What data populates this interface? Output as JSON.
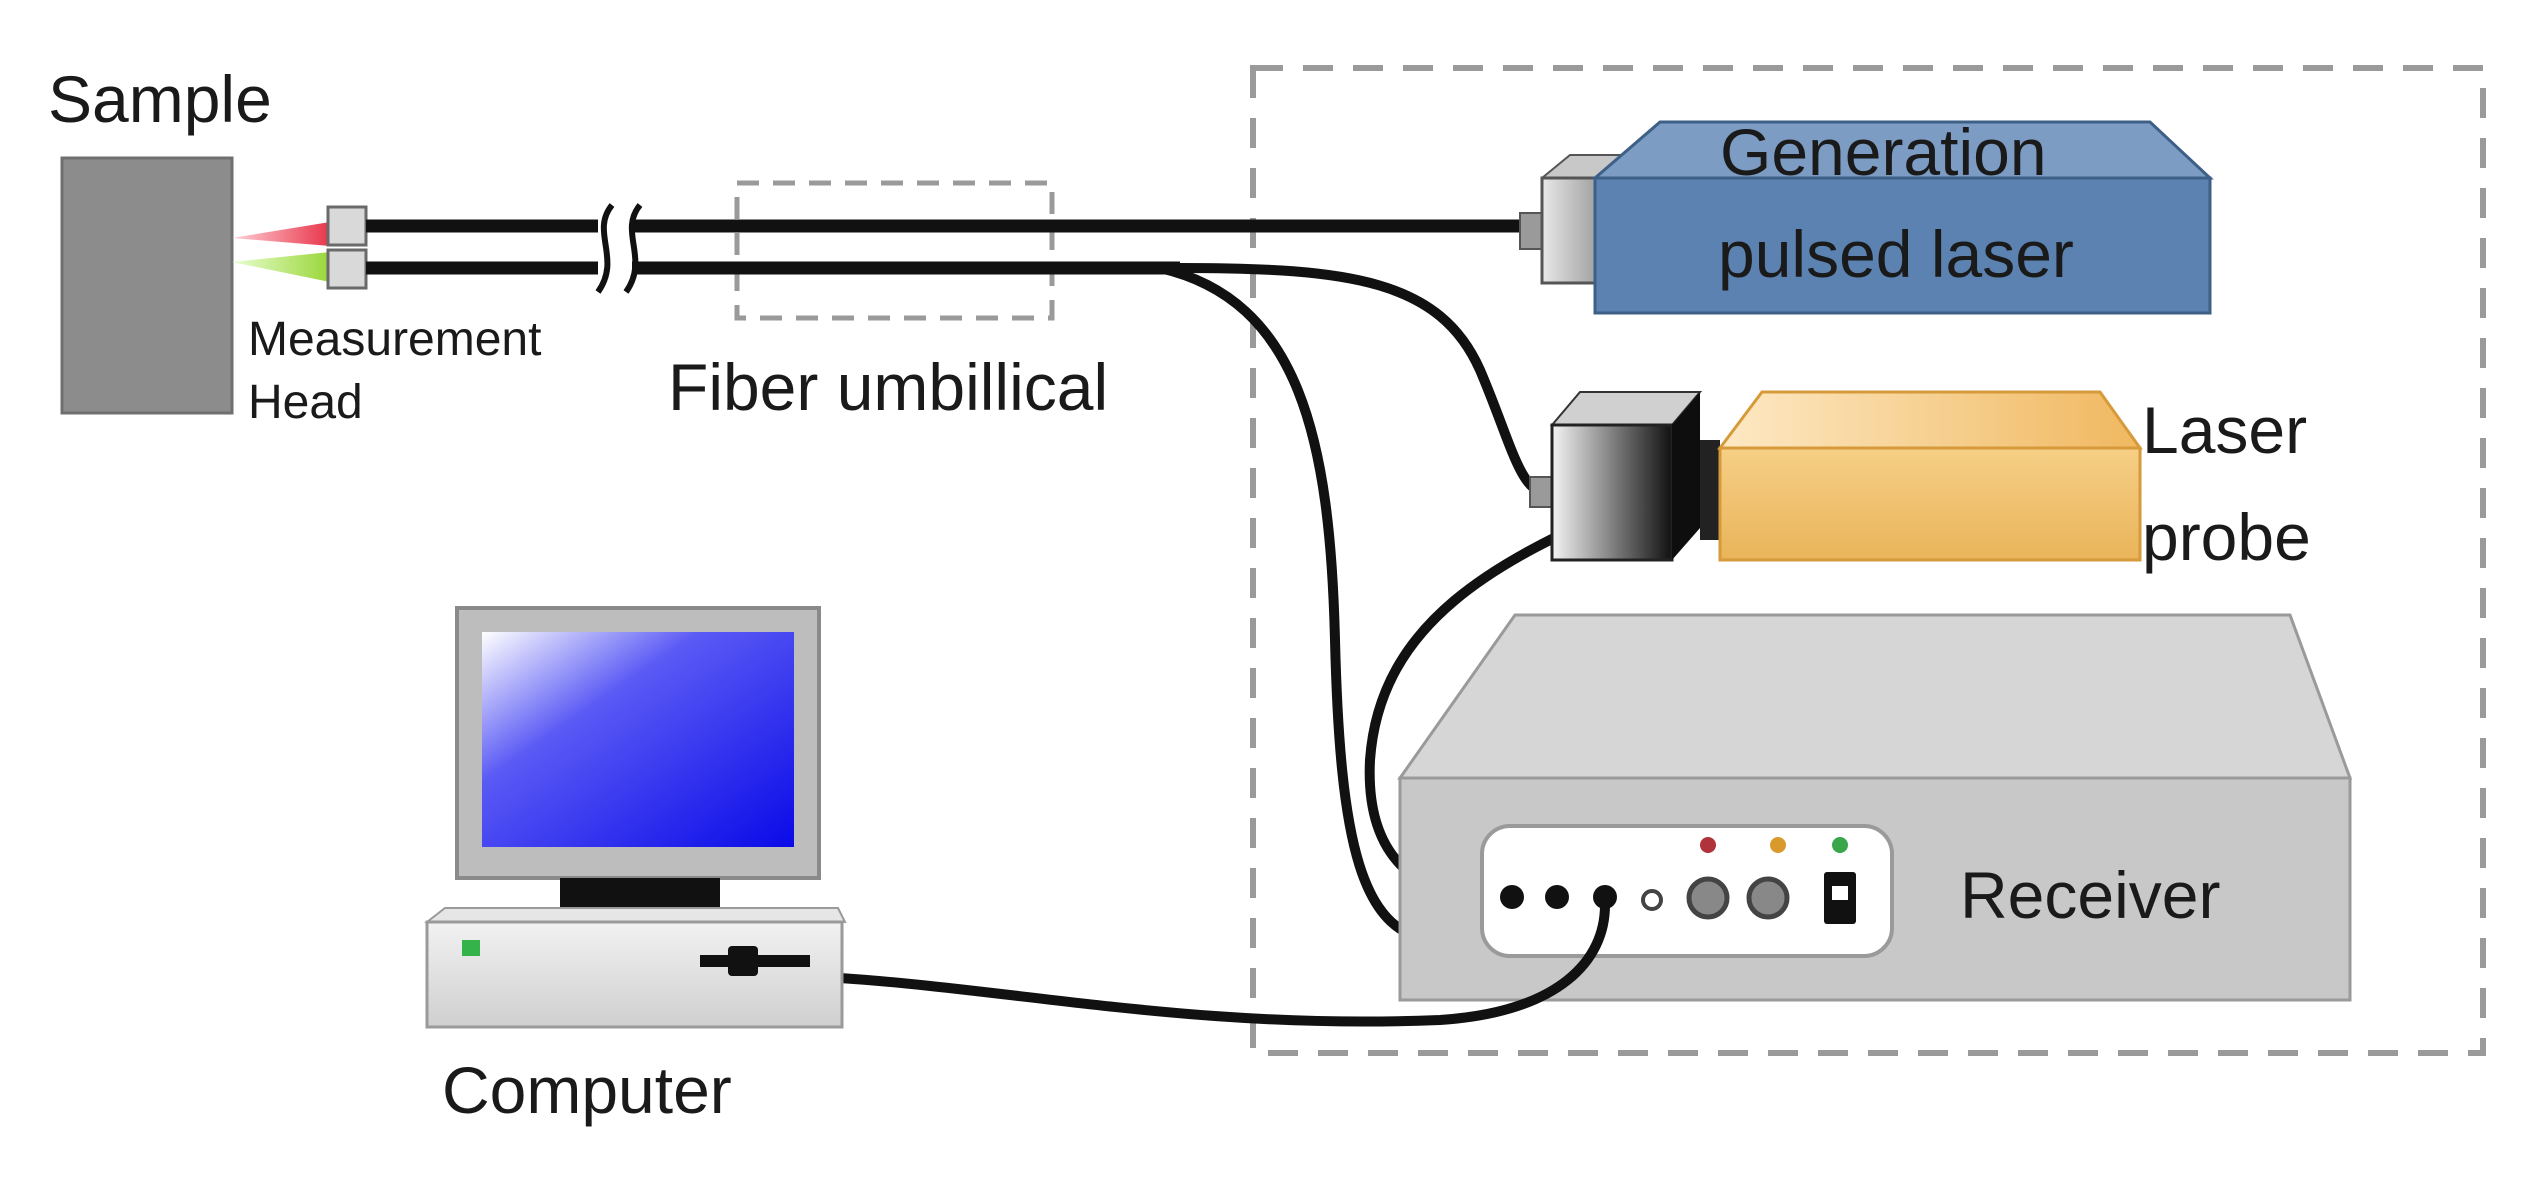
{
  "labels": {
    "sample": "Sample",
    "measurement_head_line1": "Measurement",
    "measurement_head_line2": "Head",
    "fiber_umbilical": "Fiber umbillical",
    "generation_line1": "Generation",
    "generation_line2": "pulsed laser",
    "laser_probe_line1": "Laser",
    "laser_probe_line2": "probe",
    "receiver": "Receiver",
    "computer": "Computer"
  },
  "colors": {
    "background": "#ffffff",
    "sample_block": "#8c8c8c",
    "generation_laser": "#5b82b0",
    "laser_probe": "#f2c473",
    "receiver_body": "#c8c8c8",
    "monitor_screen": "#1a1af0",
    "cable": "#111111",
    "beam_red": "#e8354a",
    "beam_green": "#9ad63a",
    "indicator_red": "#b0323a",
    "indicator_orange": "#d99a2b",
    "indicator_green": "#3aa64a",
    "dashed_border": "#9a9a9a"
  }
}
